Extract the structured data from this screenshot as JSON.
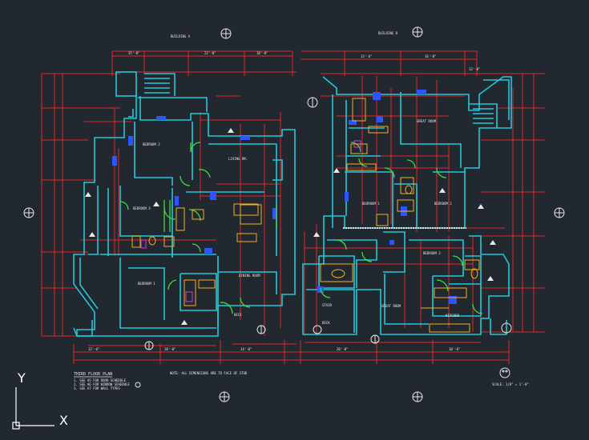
{
  "app": {
    "background": "#212830",
    "colors": {
      "dimension": "#e8262a",
      "wall": "#22c8d8",
      "door": "#3fdc3f",
      "fixture": "#f0b020",
      "glass": "#2f54ff",
      "text": "#e8e8e8"
    }
  },
  "drawing": {
    "building_labels": [
      "BUILDING A",
      "BUILDING B"
    ],
    "room_labels": [
      "BEDROOM 2",
      "LIVING RM.",
      "BEDROOM 3",
      "BEDROOM 1",
      "DINING ROOM",
      "DECK",
      "GREAT ROOM",
      "BEDROOM 1",
      "BEDROOM 2",
      "BEDROOM 3",
      "GREAT ROOM",
      "KITCHEN",
      "STAIR",
      "DECK"
    ],
    "plan_title": "THIRD FLOOR PLAN",
    "plan_notes": [
      "1. SEE A5 FOR DOOR SCHEDULE",
      "2. SEE A6 FOR WINDOW SCHEDULE",
      "3. SEE A7 FOR WALL TYPES"
    ],
    "general_note": "NOTE: ALL DIMENSIONS ARE TO FACE OF STUD",
    "scale": "SCALE: 1/8\" = 1'-0\"",
    "dims": {
      "a1": "35'-0\"",
      "a2": "22'-0\"",
      "a3": "10'-0\"",
      "b1": "13'-6\"",
      "b2": "16'-0\"",
      "b3": "12'-0\"",
      "c1": "12'-6\"",
      "c2": "18'-0\"",
      "c3": "14'-0\"",
      "c4": "20'-0\"",
      "c5": "10'-6\""
    }
  },
  "ucs": {
    "y_label": "Y",
    "x_label": "X"
  }
}
